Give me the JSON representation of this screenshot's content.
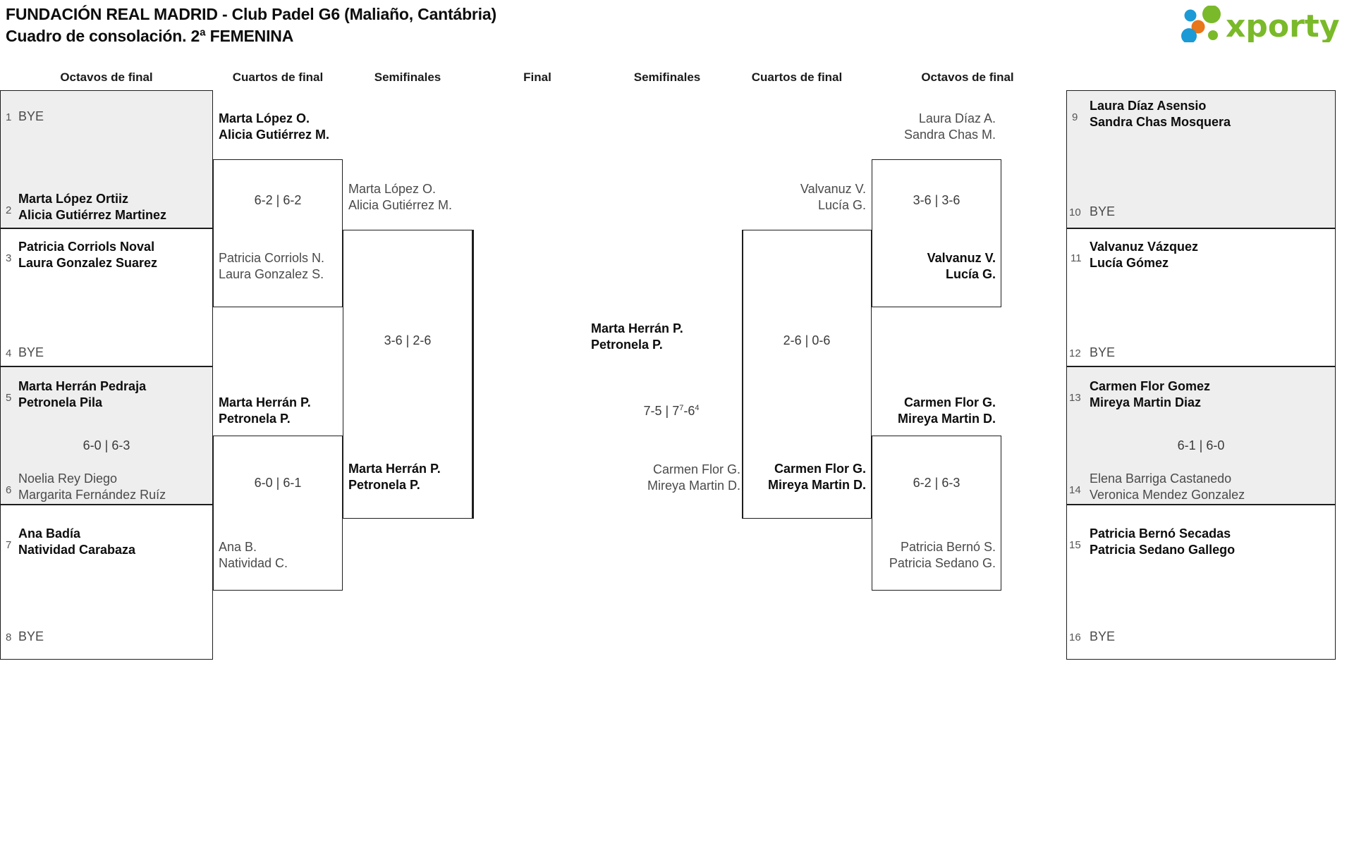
{
  "header": {
    "title_line1": "FUNDACIÓN REAL MADRID - Club Padel G6 (Maliaño, Cantábria)",
    "title_line2": "Cuadro de consolación. 2ª FEMENINA",
    "logo_text": "xporty",
    "logo_colors": {
      "green": "#7ab929",
      "blue": "#1b9ad6",
      "orange": "#e8761a"
    }
  },
  "rounds": {
    "left_r16": "Octavos de final",
    "left_qf": "Cuartos de final",
    "left_sf": "Semifinales",
    "final": "Final",
    "right_sf": "Semifinales",
    "right_qf": "Cuartos de final",
    "right_r16": "Octavos de final"
  },
  "left": {
    "r16": [
      {
        "seed": "1",
        "bye": "BYE",
        "result": "bye"
      },
      {
        "seed": "2",
        "p1": "Marta López Ortiiz",
        "p2": "Alicia Gutiérrez Martinez",
        "result": "win"
      },
      {
        "seed": "3",
        "p1": "Patricia Corriols Noval",
        "p2": "Laura Gonzalez Suarez",
        "result": "win"
      },
      {
        "seed": "4",
        "bye": "BYE",
        "result": "bye"
      },
      {
        "seed": "5",
        "p1": "Marta Herrán Pedraja",
        "p2": "Petronela Pila",
        "result": "win"
      },
      {
        "seed": "6",
        "p1": "Noelia Rey Diego",
        "p2": "Margarita Fernández Ruíz",
        "result": "lose"
      },
      {
        "seed": "7",
        "p1": "Ana Badía",
        "p2": "Natividad Carabaza",
        "result": "win"
      },
      {
        "seed": "8",
        "bye": "BYE",
        "result": "bye"
      }
    ],
    "r16_scores": [
      "",
      "6-0 | 6-3",
      ""
    ],
    "qf": [
      {
        "p1": "Marta López O.",
        "p2": "Alicia Gutiérrez M.",
        "result": "win"
      },
      {
        "p1": "Patricia Corriols N.",
        "p2": "Laura Gonzalez S.",
        "result": "lose"
      },
      {
        "p1": "Marta Herrán P.",
        "p2": "Petronela P.",
        "result": "win"
      },
      {
        "p1": "Ana B.",
        "p2": "Natividad C.",
        "result": "lose"
      }
    ],
    "qf_scores": [
      "6-2 | 6-2",
      "6-0 | 6-1"
    ],
    "sf": [
      {
        "p1": "Marta López O.",
        "p2": "Alicia Gutiérrez M.",
        "result": "lose"
      },
      {
        "p1": "Marta Herrán P.",
        "p2": "Petronela P.",
        "result": "win"
      }
    ],
    "sf_score": "3-6 | 2-6"
  },
  "final": {
    "top": {
      "p1": "Marta Herrán P.",
      "p2": "Petronela P.",
      "result": "win"
    },
    "bottom": {
      "p1": "Carmen Flor G.",
      "p2": "Mireya Martin D.",
      "result": "lose"
    },
    "score_plain_a": "7-5 | 7",
    "score_sup_a": "7",
    "score_plain_b": "-6",
    "score_sup_b": "4"
  },
  "right": {
    "r16": [
      {
        "seed": "9",
        "p1": "Laura Díaz Asensio",
        "p2": "Sandra Chas Mosquera",
        "result": "win"
      },
      {
        "seed": "10",
        "bye": "BYE",
        "result": "bye"
      },
      {
        "seed": "11",
        "p1": "Valvanuz Vázquez",
        "p2": "Lucía Gómez",
        "result": "win"
      },
      {
        "seed": "12",
        "bye": "BYE",
        "result": "bye"
      },
      {
        "seed": "13",
        "p1": "Carmen Flor Gomez",
        "p2": "Mireya Martin Diaz",
        "result": "win"
      },
      {
        "seed": "14",
        "p1": "Elena Barriga Castanedo",
        "p2": "Veronica Mendez Gonzalez",
        "result": "lose"
      },
      {
        "seed": "15",
        "p1": "Patricia Bernó Secadas",
        "p2": "Patricia Sedano Gallego",
        "result": "win"
      },
      {
        "seed": "16",
        "bye": "BYE",
        "result": "bye"
      }
    ],
    "r16_scores": [
      "",
      "6-1 | 6-0",
      ""
    ],
    "qf": [
      {
        "p1": "Laura Díaz A.",
        "p2": "Sandra Chas M.",
        "result": "lose"
      },
      {
        "p1": "Valvanuz V.",
        "p2": "Lucía G.",
        "result": "win"
      },
      {
        "p1": "Carmen Flor G.",
        "p2": "Mireya Martin D.",
        "result": "win"
      },
      {
        "p1": "Patricia Bernó S.",
        "p2": "Patricia Sedano G.",
        "result": "lose"
      }
    ],
    "qf_scores": [
      "3-6 | 3-6",
      "6-2 | 6-3"
    ],
    "sf": [
      {
        "p1": "Valvanuz V.",
        "p2": "Lucía G.",
        "result": "lose"
      },
      {
        "p1": "Carmen Flor G.",
        "p2": "Mireya Martin D.",
        "result": "win"
      }
    ],
    "sf_score": "2-6 | 0-6"
  }
}
